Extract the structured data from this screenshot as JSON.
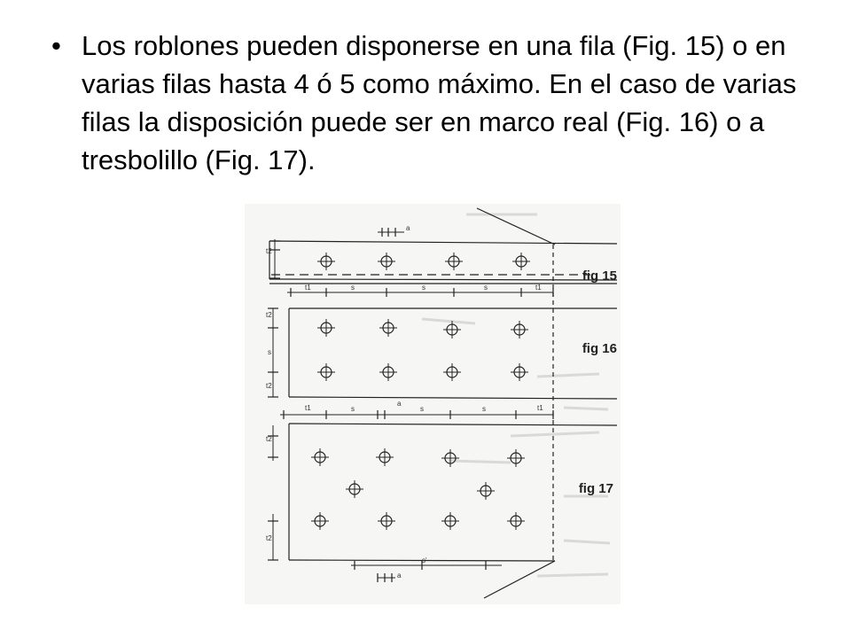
{
  "slide": {
    "bullet_marker": "•",
    "bullet_text": "Los roblones pueden disponerse en una fila (Fig. 15) o en varias filas hasta 4 ó 5 como máximo. En el caso de varias filas la disposición puede ser en marco real (Fig. 16) o a tresbolillo (Fig. 17)."
  },
  "figure": {
    "labels": {
      "fig15": "fig 15",
      "fig16": "fig 16",
      "fig17": "fig 17"
    },
    "dimension_labels": {
      "t1": "t1",
      "t2": "t2",
      "s": "s",
      "a": "a",
      "s_prime": "s'"
    }
  }
}
